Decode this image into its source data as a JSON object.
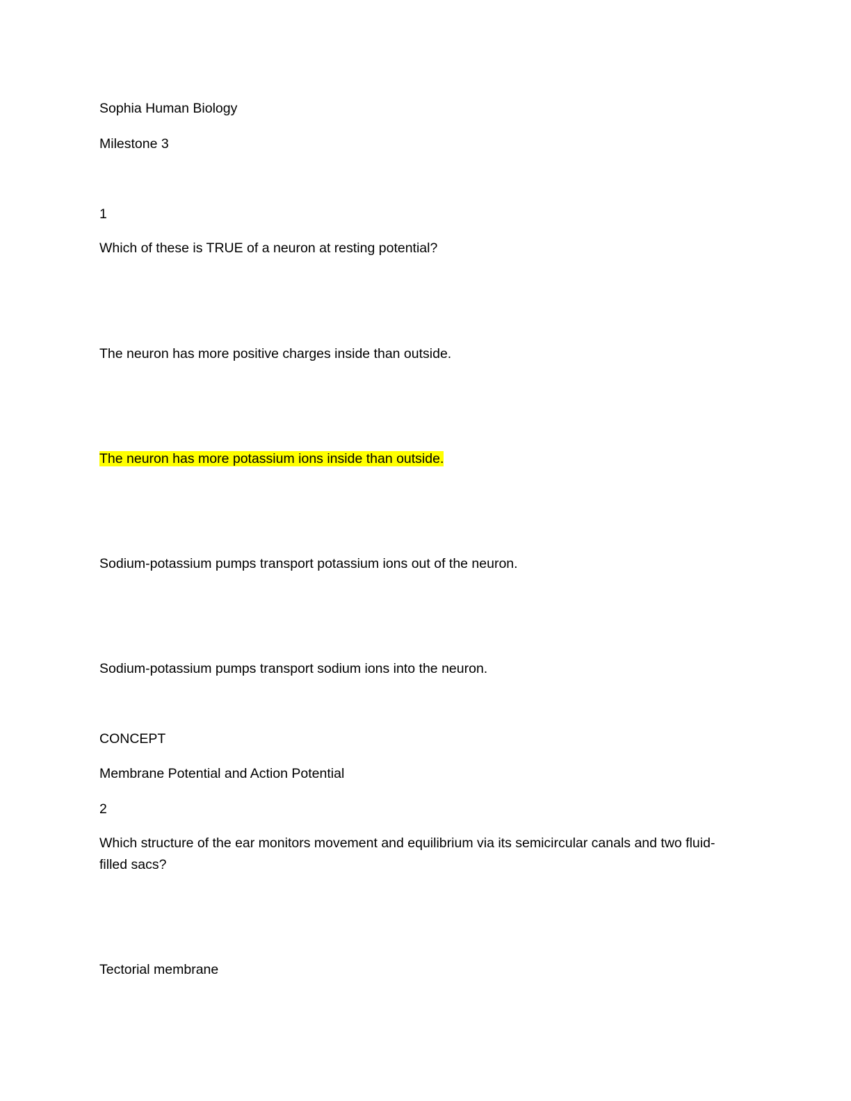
{
  "document": {
    "header": {
      "course": "Sophia Human Biology",
      "milestone": "Milestone 3"
    },
    "questions": [
      {
        "number": "1",
        "prompt": "Which of these is TRUE of a neuron at resting potential?",
        "options": [
          "The neuron has more positive charges inside than outside.",
          "The neuron has more potassium ions inside than outside.",
          "Sodium-potassium pumps transport potassium ions out of the neuron.",
          "Sodium-potassium pumps transport sodium ions into the neuron."
        ],
        "highlighted_option": "The neuron has more potassium ions inside than outside.",
        "highlight_color": "#ffff00",
        "concept_label": "CONCEPT",
        "concept": "Membrane Potential and Action Potential"
      },
      {
        "number": "2",
        "prompt": "Which structure of the ear monitors movement and equilibrium via its semicircular canals and two fluid-filled sacs?",
        "prompt_line1": "Which structure of the ear monitors movement and equilibrium via its semicircular canals and two fluid-",
        "prompt_line2": "filled sacs?",
        "options": [
          "Tectorial membrane"
        ]
      }
    ]
  }
}
